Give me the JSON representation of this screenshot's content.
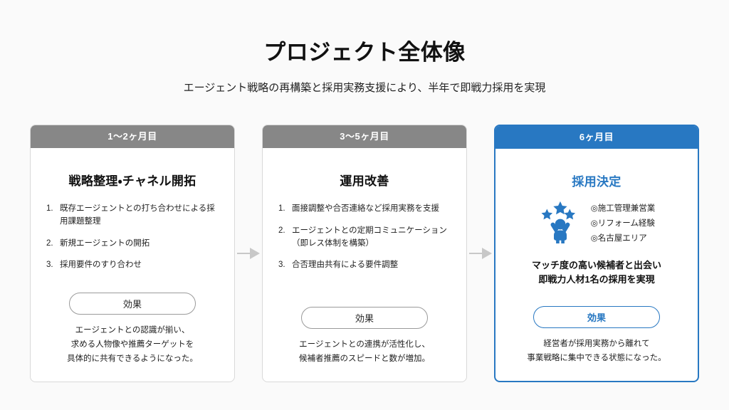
{
  "slide": {
    "title": "プロジェクト全体像",
    "subtitle": "エージェント戦略の再構築と採用実務支援により、半年で即戦力採用を実現",
    "background_color": "#fafafa",
    "accent_color": "#2878c2",
    "muted_color": "#878787"
  },
  "arrows": {
    "first": "arrow-right-icon",
    "second": "arrow-right-icon",
    "color": "#c8c8c8"
  },
  "cards": [
    {
      "phase": "1〜2ヶ月目",
      "title": "戦略整理・チャネル開拓",
      "items": [
        {
          "num": "1.",
          "text": "既存エージェントとの打ち合わせによる採用課題整理"
        },
        {
          "num": "2.",
          "text": "新規エージェントの開拓"
        },
        {
          "num": "3.",
          "text": "採用要件のすり合わせ"
        }
      ],
      "effect_label": "効果",
      "effect_lines": [
        "エージェントとの認識が揃い、",
        "求める人物像や推薦ターゲットを",
        "具体的に共有できるようになった。"
      ],
      "highlight": false
    },
    {
      "phase": "3〜5ヶ月目",
      "title": "運用改善",
      "items": [
        {
          "num": "1.",
          "text": "面接調整や合否連絡など採用実務を支援"
        },
        {
          "num": "2.",
          "text": "エージェントとの定期コミュニケーション（即レス体制を構築）"
        },
        {
          "num": "3.",
          "text": "合否理由共有による要件調整"
        }
      ],
      "effect_label": "効果",
      "effect_lines": [
        "エージェントとの連携が活性化し、",
        "候補者推薦のスピードと数が増加。"
      ],
      "highlight": false
    },
    {
      "phase": "6ヶ月目",
      "title": "採用決定",
      "persona_icon": "celebrating-person-with-stars-icon",
      "persona_items": [
        "◎施工管理兼営業",
        "◎リフォーム経験",
        "◎名古屋エリア"
      ],
      "outcome_lines": [
        "マッチ度の高い候補者と出会い",
        "即戦力人材1名の採用を実現"
      ],
      "effect_label": "効果",
      "effect_lines": [
        "経営者が採用実務から離れて",
        "事業戦略に集中できる状態になった。"
      ],
      "highlight": true
    }
  ]
}
